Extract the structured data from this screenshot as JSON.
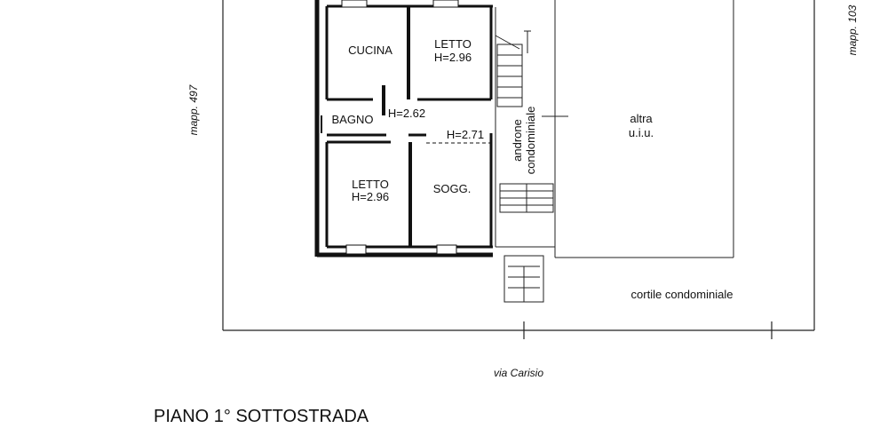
{
  "plan": {
    "rooms": {
      "cucina": "CUCINA",
      "letto_top": "LETTO",
      "letto_top_height": "H=2.96",
      "bagno": "BAGNO",
      "corridor_height_1": "H=2.62",
      "corridor_height_2": "H=2.71",
      "letto_bottom": "LETTO",
      "letto_bottom_height": "H=2.96",
      "soggiorno": "SOGG."
    },
    "androne_line1": "androne",
    "androne_line2": "condominiale",
    "altra_line1": "altra",
    "altra_line2": "u.i.u.",
    "cortile": "cortile condominiale",
    "mapp_left": "mapp. 497",
    "mapp_right": "mapp. 103",
    "street": "via Carisio",
    "title": "PIANO 1° SOTTOSTRADA"
  }
}
